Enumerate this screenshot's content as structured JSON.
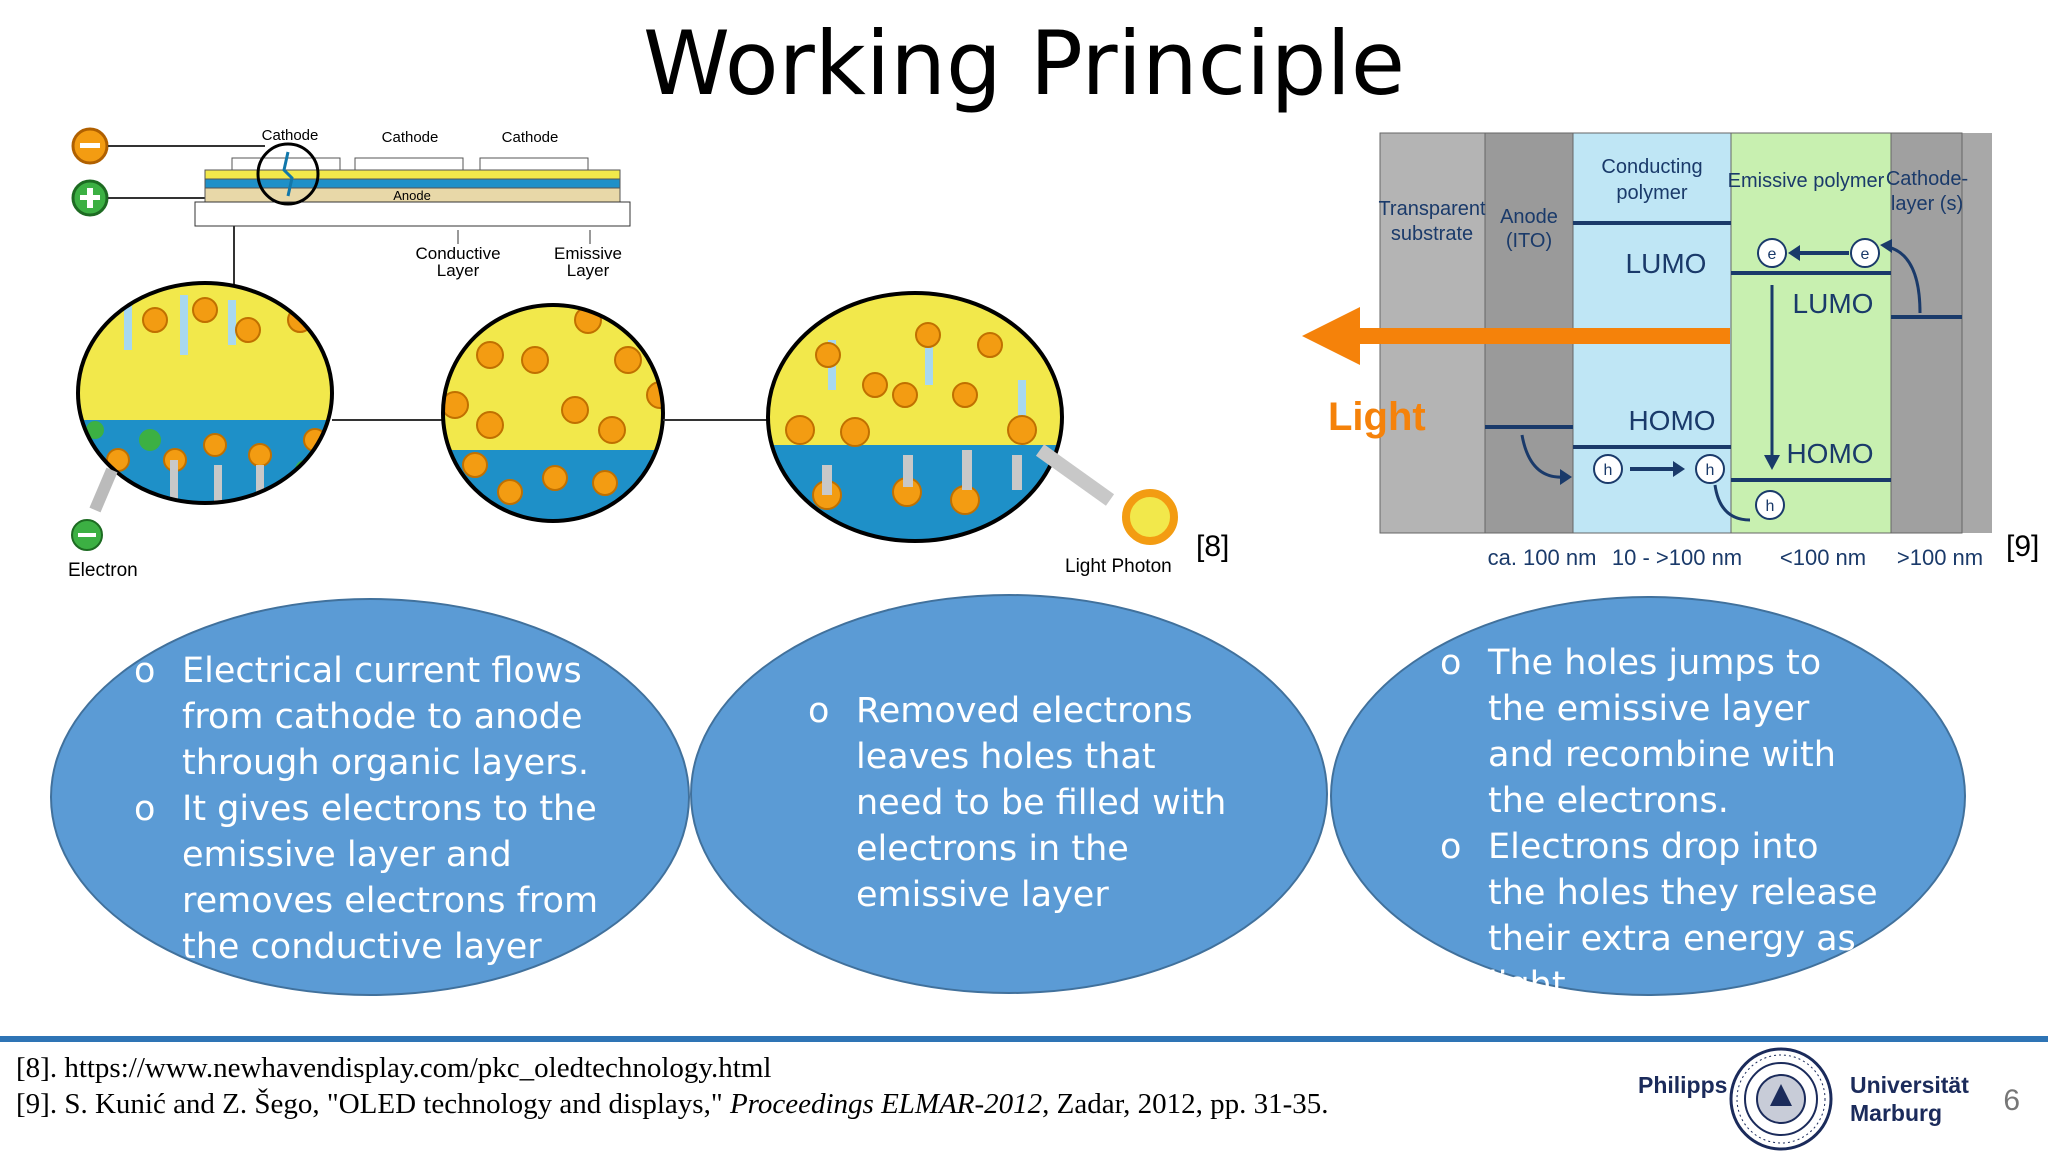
{
  "title": "Working Principle",
  "left_diagram": {
    "cathode_labels": [
      "Cathode",
      "Cathode",
      "Cathode"
    ],
    "anode_label": "Anode",
    "conductive_label_1": "Conductive",
    "conductive_label_2": "Layer",
    "emissive_label_1": "Emissive",
    "emissive_label_2": "Layer",
    "electron_label": "Electron",
    "photon_label": "Light Photon",
    "ref": "[8]"
  },
  "right_diagram": {
    "transparent_1": "Transparent",
    "transparent_2": "substrate",
    "anode_1": "Anode",
    "anode_2": "(ITO)",
    "conducting_1": "Conducting",
    "conducting_2": "polymer",
    "emissive": "Emissive polymer",
    "cathode_1": "Cathode-",
    "cathode_2": "layer (s)",
    "lumo_1": "LUMO",
    "lumo_2": "LUMO",
    "homo_1": "HOMO",
    "homo_2": "HOMO",
    "electron_symbol": "e",
    "hole_symbol": "h",
    "light": "Light",
    "dims": [
      "ca. 100 nm",
      "10 - >100 nm",
      "<100 nm",
      ">100 nm"
    ],
    "ref": "[9]"
  },
  "ovals": [
    {
      "bullets": [
        "Electrical current flows from cathode to anode through organic layers.",
        "It gives electrons to the emissive layer and removes electrons from the conductive layer"
      ]
    },
    {
      "bullets": [
        "Removed electrons leaves holes that need to be filled with electrons in the emissive layer"
      ]
    },
    {
      "bullets": [
        "The holes jumps to the emissive layer and recombine with the electrons.",
        "Electrons drop into the holes they release their extra energy as light."
      ]
    }
  ],
  "footer": {
    "ref8": "[8]. https://www.newhavendisplay.com/pkc_oledtechnology.html",
    "ref9_prefix": "[9]. S. Kunić and Z. Šego, \"OLED technology and displays,\" ",
    "ref9_italic": "Proceedings ELMAR-2012",
    "ref9_suffix": ", Zadar, 2012, pp. 31-35.",
    "logo_word_1": "Philipps",
    "logo_word_2": "Universität",
    "logo_word_3": "Marburg",
    "page_number": "6"
  },
  "colors": {
    "oval_fill": "#5b9bd5",
    "electron_orange": "#f39c12",
    "emissive_yellow": "#f2e84b",
    "conductive_blue": "#1e90c8",
    "light_orange": "#f5820a",
    "footer_rule": "#2e74b5"
  },
  "icons": [
    "electron-icon",
    "hole-icon",
    "seal-icon",
    "light-arrow-icon"
  ]
}
